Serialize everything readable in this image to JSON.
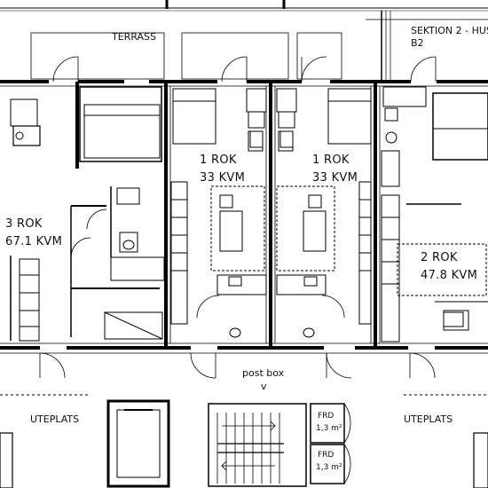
{
  "plan": {
    "section_label": "SEKTION 2 - HUS",
    "section_code": "B2",
    "outdoor": {
      "terrace": "TERRASS",
      "patio_left": "UTEPLATS",
      "patio_right": "UTEPLATS"
    },
    "apartments": [
      {
        "rooms": "3 ROK",
        "area": "67.1 KVM"
      },
      {
        "rooms": "1 ROK",
        "area": "33 KVM"
      },
      {
        "rooms": "1 ROK",
        "area": "33 KVM"
      },
      {
        "rooms": "2 ROK",
        "area": "47.8 KVM"
      }
    ],
    "post_box": "post box",
    "post_box_marker": "v",
    "storage": [
      {
        "label": "FRD",
        "area": "1,3 m²"
      },
      {
        "label": "FRD",
        "area": "1,3 m²"
      }
    ]
  }
}
